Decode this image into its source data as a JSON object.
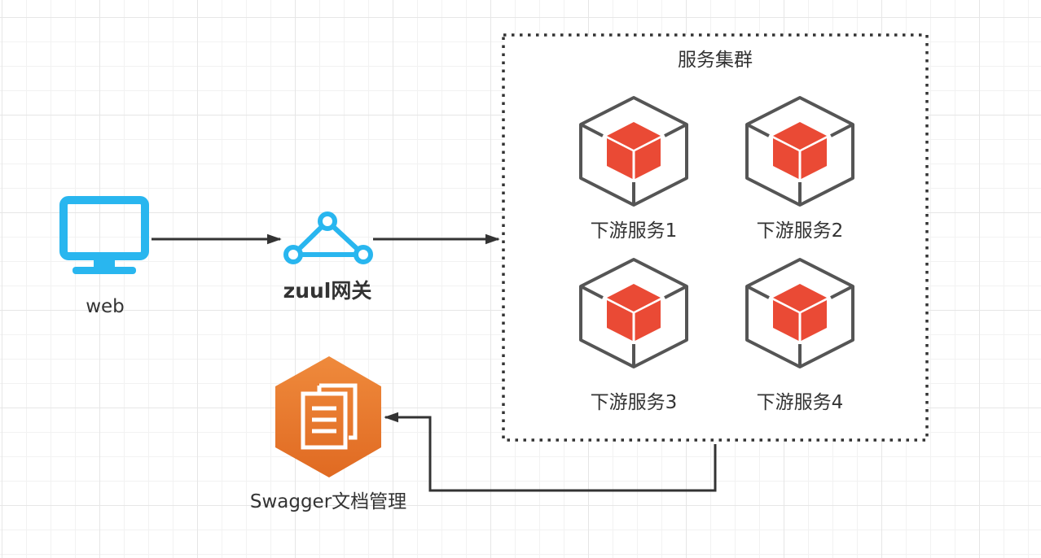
{
  "nodes": {
    "web": {
      "label": "web",
      "icon": "monitor-icon"
    },
    "gateway": {
      "label": "zuul网关",
      "icon": "gateway-triangle-icon"
    },
    "swagger": {
      "label": "Swagger文档管理",
      "icon": "document-hexagon-icon"
    }
  },
  "cluster": {
    "title": "服务集群",
    "services": [
      {
        "label": "下游服务1",
        "icon": "service-cube-icon"
      },
      {
        "label": "下游服务2",
        "icon": "service-cube-icon"
      },
      {
        "label": "下游服务3",
        "icon": "service-cube-icon"
      },
      {
        "label": "下游服务4",
        "icon": "service-cube-icon"
      }
    ]
  },
  "edges": [
    {
      "from": "web",
      "to": "gateway"
    },
    {
      "from": "gateway",
      "to": "cluster"
    },
    {
      "from": "cluster",
      "to": "swagger"
    }
  ],
  "colors": {
    "accent_blue": "#29b6ef",
    "service_red": "#ea4a35",
    "swagger_orange": "#e9772f",
    "stroke_dark": "#333333",
    "cube_outline": "#555555"
  }
}
